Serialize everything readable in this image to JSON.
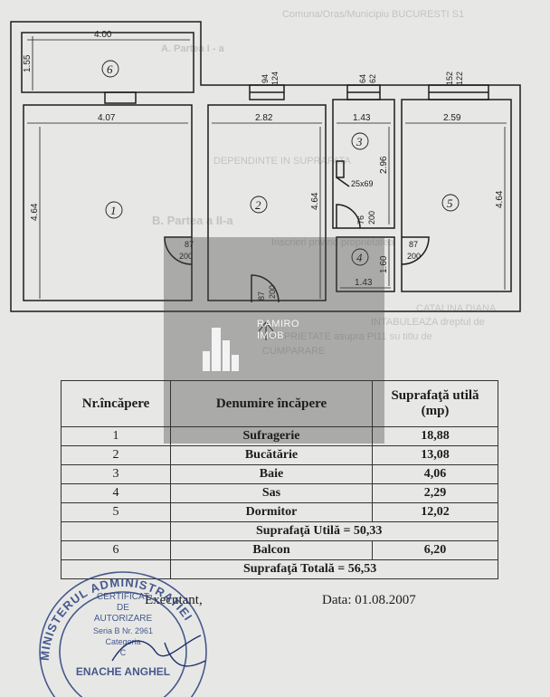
{
  "faded_text": {
    "header": "Comuna/Oras/Municipiu BUCURESTI S1",
    "parte1": "A. Partea I - a",
    "parte2": "B. Partea a II-a",
    "dependinte": "DEPENDINTE IN SUPRAFATA",
    "inscrieri": "Inscrieri privind proprietatea",
    "persoane": "CATALINA DIANA",
    "intabuleaza": "INTABULEAZA dreptul de",
    "proprietate": "PROPRIETATE asupra PI11 su titlu de",
    "cumparare": "CUMPARARE"
  },
  "floor_plan": {
    "dimensions": [
      "4.00",
      "1.55",
      "4.07",
      "4.64",
      "2.82",
      "4.64",
      "1.43",
      "2.96",
      "2.59",
      "4.64",
      "1.43",
      "1.60"
    ],
    "window_dims": [
      {
        "a": "94",
        "b": "124"
      },
      {
        "a": "64",
        "b": "62"
      },
      {
        "a": "152",
        "b": "122"
      }
    ],
    "door_dims": [
      {
        "a": "87",
        "b": "200"
      },
      {
        "a": "87",
        "b": "200"
      },
      {
        "a": "76",
        "b": "200"
      },
      {
        "a": "87",
        "b": "200"
      }
    ],
    "pipe_label": "25x69",
    "room_numbers": [
      "1",
      "2",
      "3",
      "4",
      "5",
      "6"
    ]
  },
  "watermark": {
    "line1": "RAMIRO",
    "line2": "IMOB"
  },
  "table": {
    "headers": {
      "nr": "Nr.încăpere",
      "name": "Denumire încăpere",
      "area": "Suprafaţă utilă (mp)"
    },
    "rows": [
      {
        "nr": "1",
        "name": "Sufragerie",
        "area": "18,88"
      },
      {
        "nr": "2",
        "name": "Bucătărie",
        "area": "13,08"
      },
      {
        "nr": "3",
        "name": "Baie",
        "area": "4,06"
      },
      {
        "nr": "4",
        "name": "Sas",
        "area": "2,29"
      },
      {
        "nr": "5",
        "name": "Dormitor",
        "area": "12,02"
      }
    ],
    "useful_total": "Suprafaţă Utilă = 50,33",
    "balcony": {
      "nr": "6",
      "name": "Balcon",
      "area": "6,20"
    },
    "grand_total": "Suprafaţă Totală = 56,53"
  },
  "footer": {
    "executant": "Executant,",
    "date": "Data: 01.08.2007"
  },
  "stamp": {
    "ring": "MINISTERUL ADMINISTRATIEI",
    "line1": "CERTIFICAT",
    "line2": "DE",
    "line3": "AUTORIZARE",
    "line4": "Seria B Nr. 2961",
    "line5": "Categoria",
    "line6": "C",
    "name": "ENACHE ANGHEL"
  }
}
